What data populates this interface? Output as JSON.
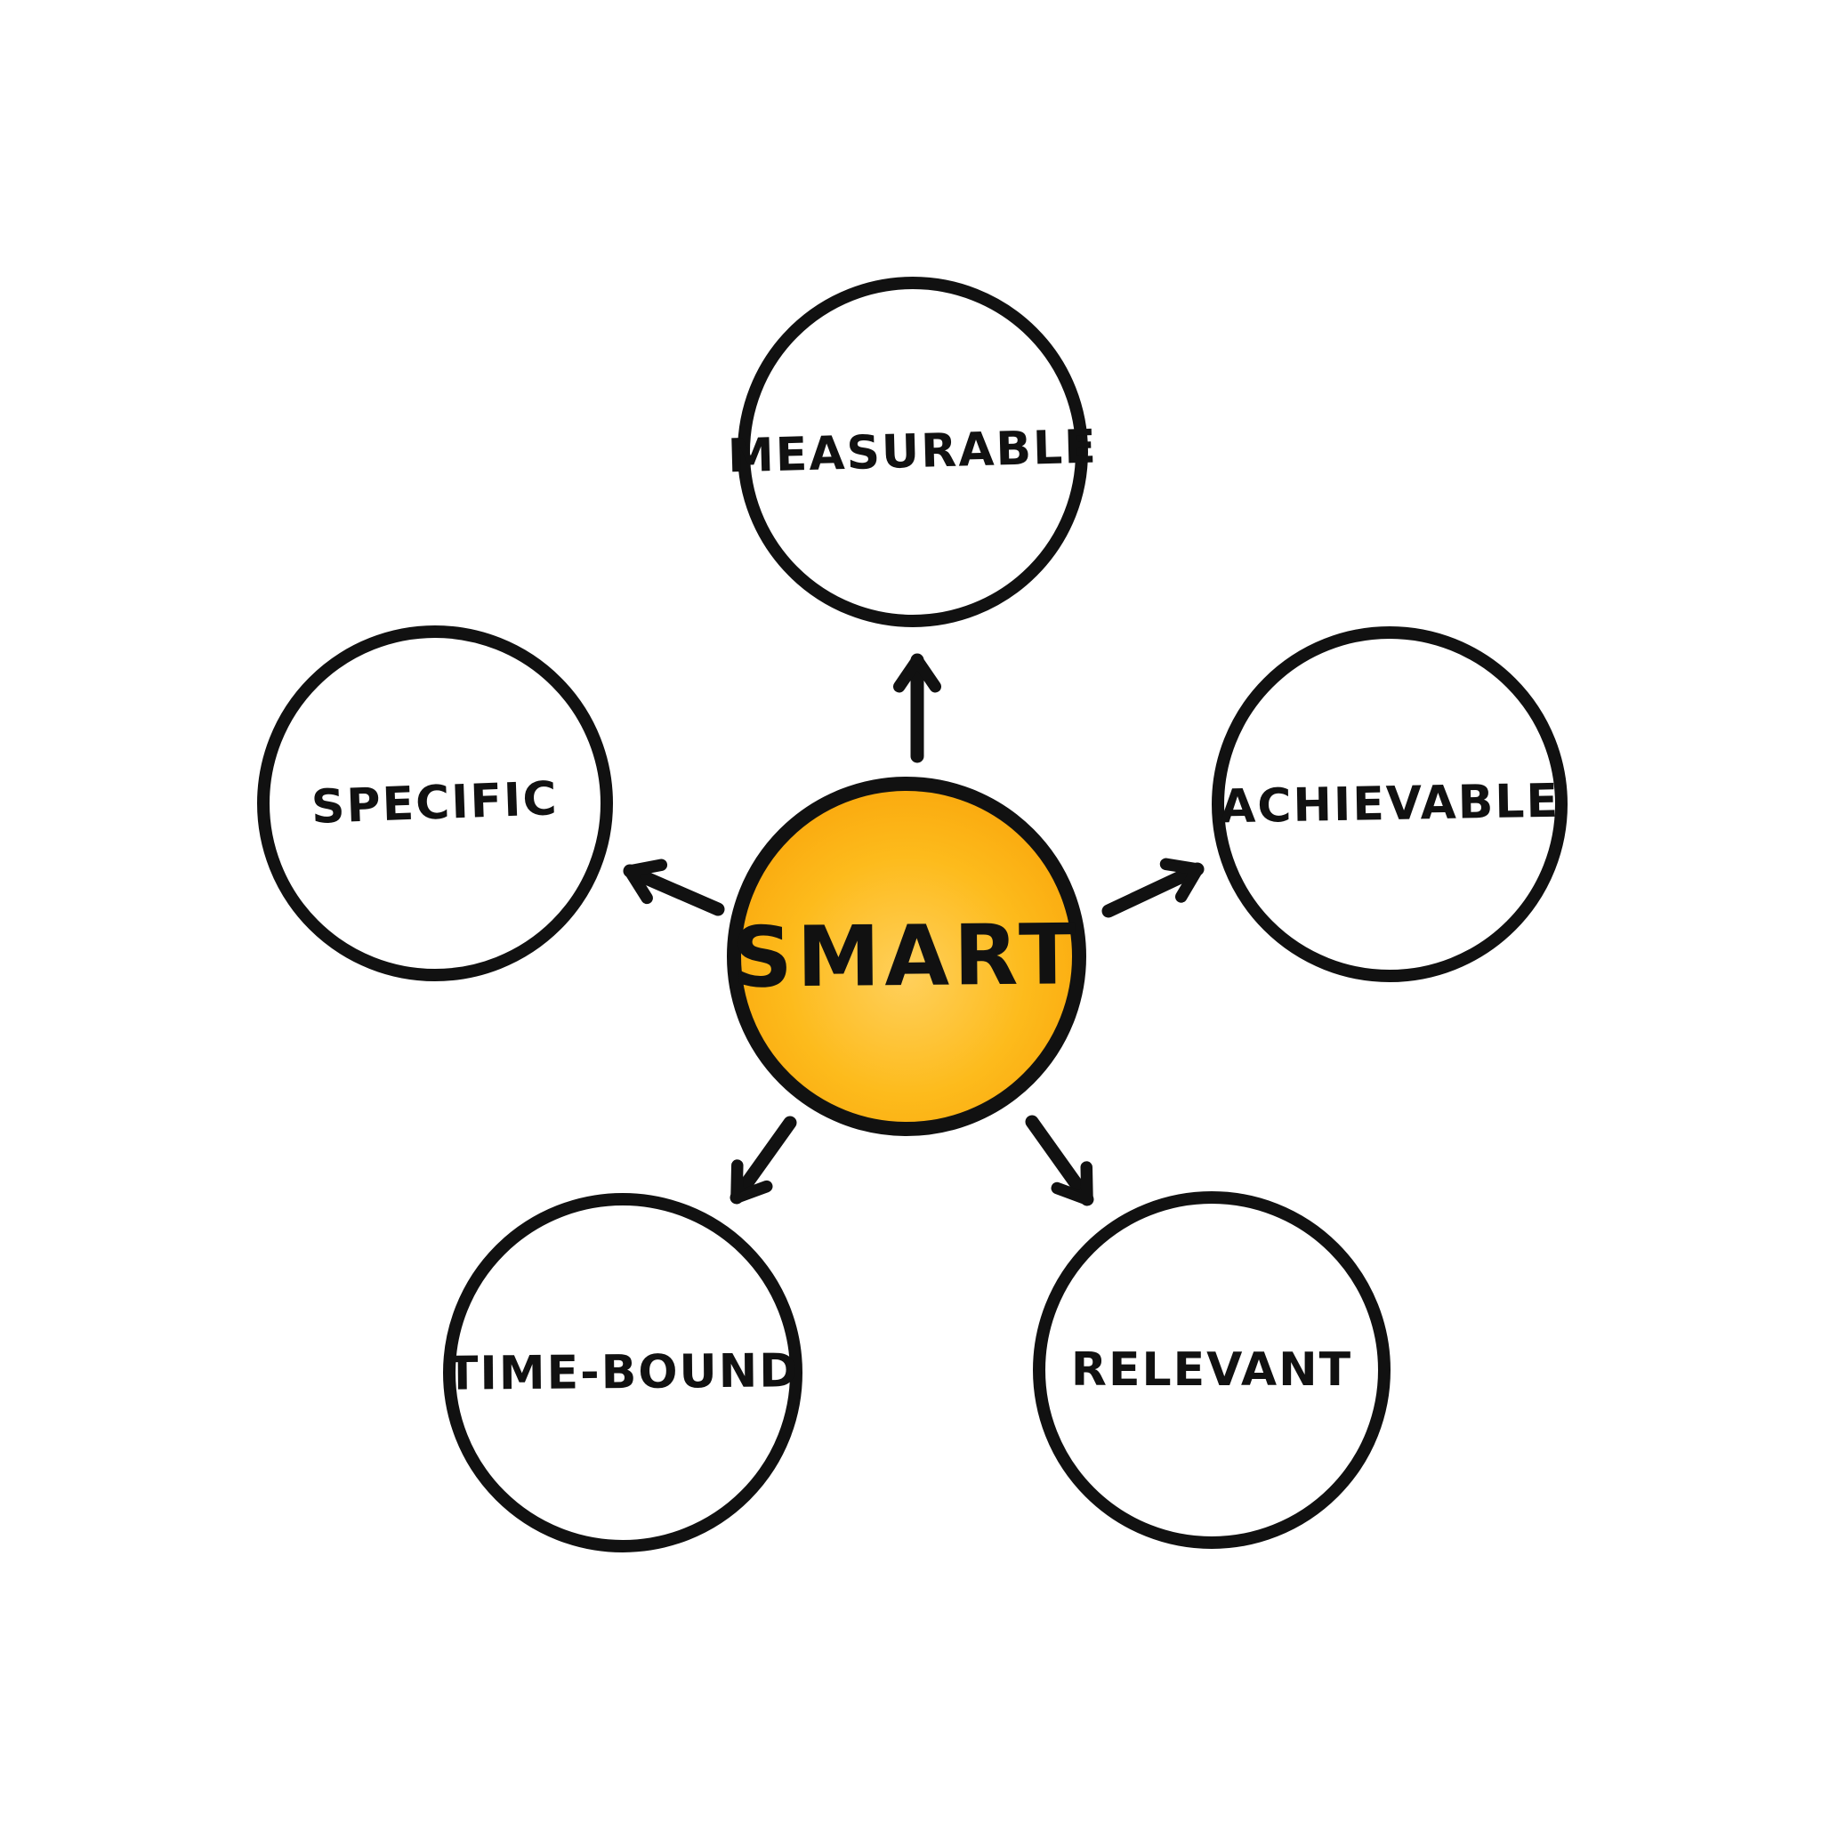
{
  "diagram": {
    "type": "mind-map",
    "background": "#ffffff",
    "center": {
      "label": "SMART",
      "fill_inner": "#ffd05c",
      "fill_mid": "#fdbb1c",
      "fill_outer": "#f89c04",
      "stroke": "#111111"
    },
    "nodes": [
      {
        "id": "measurable",
        "label": "Measurable",
        "position": "top"
      },
      {
        "id": "specific",
        "label": "Specific",
        "position": "left"
      },
      {
        "id": "achievable",
        "label": "Achievable",
        "position": "right"
      },
      {
        "id": "time-bound",
        "label": "Time-Bound",
        "position": "bottom-left"
      },
      {
        "id": "relevant",
        "label": "Relevant",
        "position": "bottom-right"
      }
    ],
    "arrows": [
      {
        "from": "SMART",
        "to": "Measurable"
      },
      {
        "from": "SMART",
        "to": "Specific"
      },
      {
        "from": "SMART",
        "to": "Achievable"
      },
      {
        "from": "SMART",
        "to": "Time-Bound"
      },
      {
        "from": "SMART",
        "to": "Relevant"
      }
    ],
    "node_fill": "#ffffff",
    "stroke_color": "#111111"
  }
}
